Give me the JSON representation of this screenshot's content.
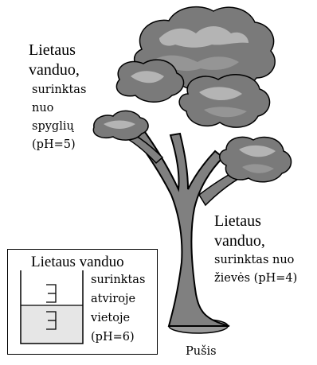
{
  "labels": {
    "needles": {
      "line1": "Lietaus",
      "line2": "vanduo,",
      "line3": "surinktas",
      "line4": "nuo",
      "line5": "spyglių",
      "line6": "(pH=5)"
    },
    "bark": {
      "line1": "Lietaus",
      "line2": "vanduo,",
      "line3": "surinktas nuo",
      "line4": "žievės (pH=4)"
    },
    "open_area": {
      "title": "Lietaus vanduo",
      "line1": "surinktas",
      "line2": "atviroje",
      "line3": "vietoje",
      "line4": "(pH=6)"
    },
    "tree_name": "Pušis"
  },
  "colors": {
    "foliage_dark": "#6f6f6f",
    "foliage_mid": "#8c8c8c",
    "foliage_light": "#b8b8b8",
    "trunk": "#808080",
    "trunk_dark": "#5a5a5a",
    "water": "#e6e6e6"
  }
}
